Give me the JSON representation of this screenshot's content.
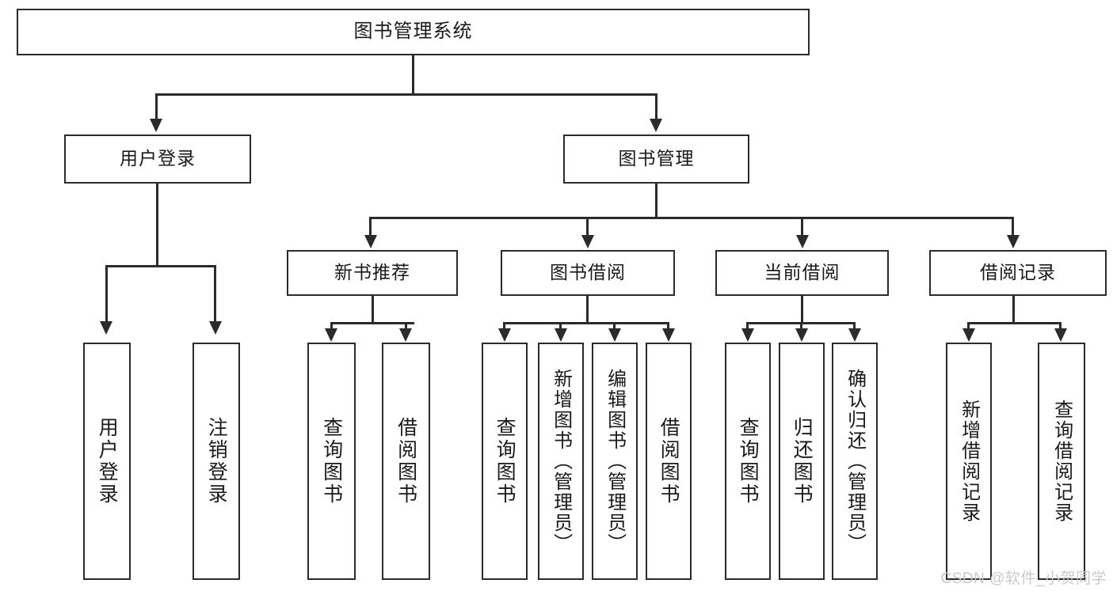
{
  "diagram": {
    "title": "图书管理系统",
    "watermark": "CSDN @软件_小贺同学"
  },
  "nodes": {
    "root": {
      "label": "图书管理系统"
    },
    "level2": [
      {
        "label": "用户登录"
      },
      {
        "label": "图书管理"
      }
    ],
    "level3": [
      {
        "label": "新书推荐"
      },
      {
        "label": "图书借阅"
      },
      {
        "label": "当前借阅"
      },
      {
        "label": "借阅记录"
      }
    ],
    "leaves_user_login": [
      {
        "label": "用户登录"
      },
      {
        "label": "注销登录"
      }
    ],
    "leaves_new_books": [
      {
        "label": "查询图书"
      },
      {
        "label": "借阅图书"
      }
    ],
    "leaves_borrow": [
      {
        "label": "查询图书"
      },
      {
        "label": "新增图书（管理员）"
      },
      {
        "label": "编辑图书（管理员）"
      },
      {
        "label": "借阅图书"
      }
    ],
    "leaves_current": [
      {
        "label": "查询图书"
      },
      {
        "label": "归还图书"
      },
      {
        "label": "确认归还（管理员）"
      }
    ],
    "leaves_records": [
      {
        "label": "新增借阅记录"
      },
      {
        "label": "查询借阅记录"
      }
    ]
  },
  "chart_data": {
    "type": "table",
    "title": "图书管理系统",
    "tree": [
      {
        "label": "图书管理系统",
        "children": [
          {
            "label": "用户登录",
            "children": [
              {
                "label": "用户登录"
              },
              {
                "label": "注销登录"
              }
            ]
          },
          {
            "label": "图书管理",
            "children": [
              {
                "label": "新书推荐",
                "children": [
                  {
                    "label": "查询图书"
                  },
                  {
                    "label": "借阅图书"
                  }
                ]
              },
              {
                "label": "图书借阅",
                "children": [
                  {
                    "label": "查询图书"
                  },
                  {
                    "label": "新增图书（管理员）"
                  },
                  {
                    "label": "编辑图书（管理员）"
                  },
                  {
                    "label": "借阅图书"
                  }
                ]
              },
              {
                "label": "当前借阅",
                "children": [
                  {
                    "label": "查询图书"
                  },
                  {
                    "label": "归还图书"
                  },
                  {
                    "label": "确认归还（管理员）"
                  }
                ]
              },
              {
                "label": "借阅记录",
                "children": [
                  {
                    "label": "新增借阅记录"
                  },
                  {
                    "label": "查询借阅记录"
                  }
                ]
              }
            ]
          }
        ]
      }
    ]
  }
}
